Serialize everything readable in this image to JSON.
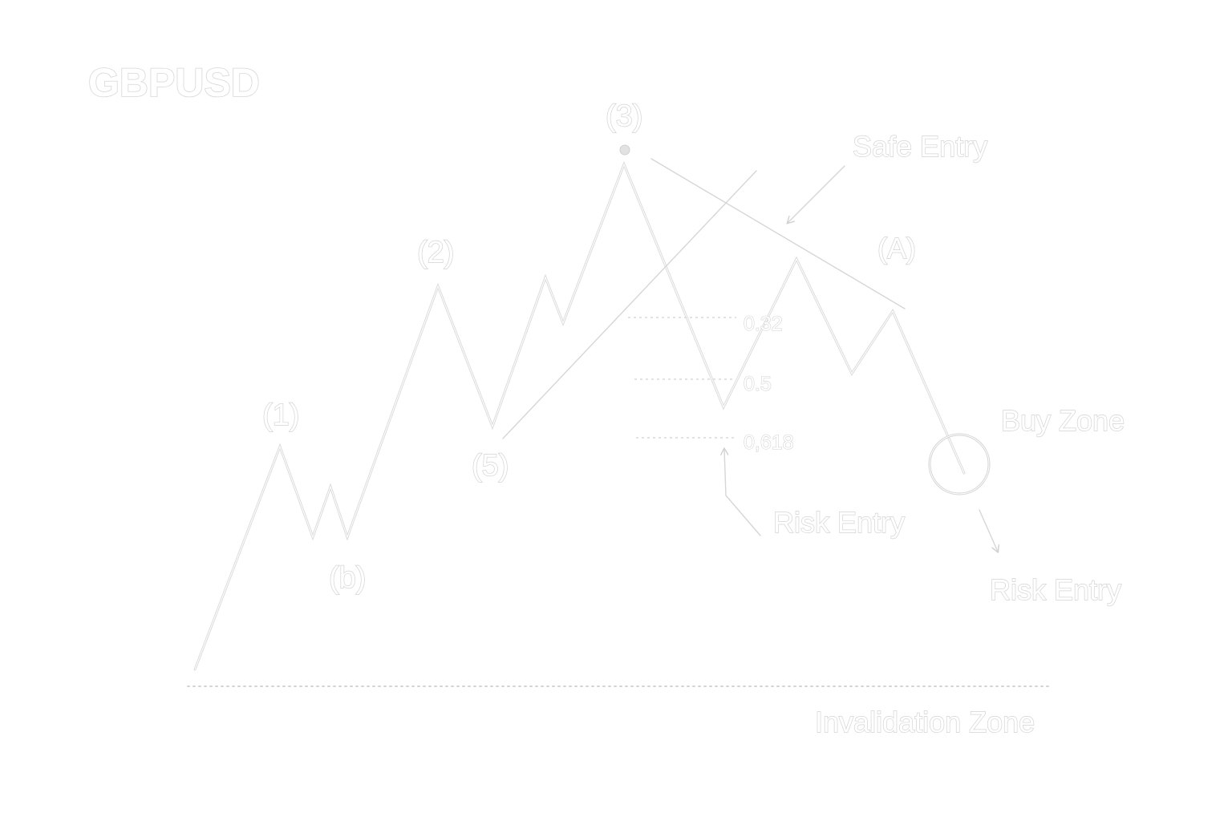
{
  "title": "GBPUSD",
  "wave_labels": {
    "w1": "(1)",
    "w2": "(2)",
    "w3": "(3)",
    "w5": "(5)",
    "wb": "(b)",
    "wA": "(A)"
  },
  "fib_levels": {
    "l382": "0.32",
    "l50": "0.5",
    "l618": "0,618"
  },
  "annotations": {
    "safe_entry": "Safe Entry",
    "buy_zone": "Buy Zone",
    "risk_entry_1": "Risk Entry",
    "risk_entry_2": "Risk Entry",
    "invalidation_zone": "Invalidation Zone"
  },
  "colors": {
    "line": "#dcdcdc",
    "text_outline": "#d3d3d3",
    "background": "#ffffff"
  }
}
